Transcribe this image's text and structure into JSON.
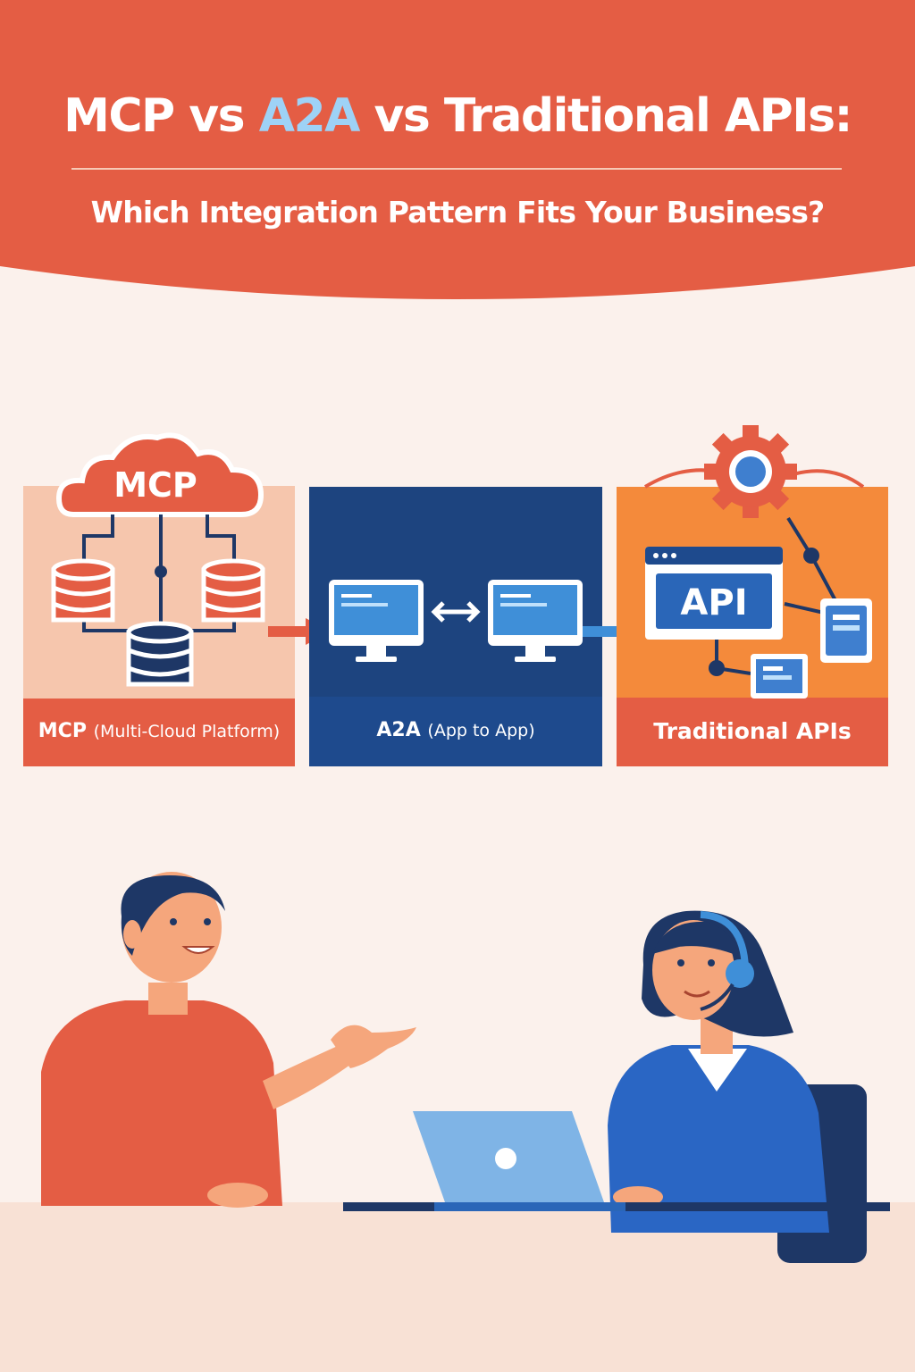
{
  "header": {
    "title_part1": "MCP vs ",
    "title_accent": "A2A",
    "title_part2": " vs Traditional APIs:",
    "subtitle": "Which Integration Pattern Fits Your Business?"
  },
  "panels": {
    "mcp": {
      "cloud_text": "MCP",
      "label_main": "MCP",
      "label_paren": "(Multi-Cloud Platform)"
    },
    "a2a": {
      "label_main": "A2A",
      "label_paren": "(App to App)"
    },
    "traditional": {
      "api_text": "API",
      "label": "Traditional APIs"
    }
  },
  "colors": {
    "brand_red": "#e45d44",
    "navy": "#1e4a8d",
    "orange": "#f48a3b",
    "peach": "#f6c6ad",
    "light_blue_accent": "#9ed2f6"
  },
  "icons": [
    "cloud-icon",
    "database-icon",
    "monitor-icon",
    "bidirectional-arrow-icon",
    "gear-icon",
    "browser-window-icon",
    "server-icon"
  ]
}
